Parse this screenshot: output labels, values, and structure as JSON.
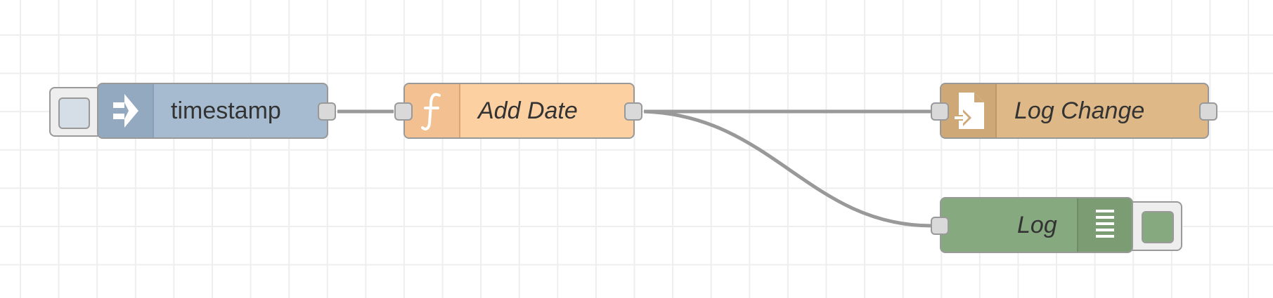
{
  "nodes": {
    "timestamp": {
      "label": "timestamp",
      "type": "inject",
      "icon": "arrow-in-icon",
      "color": "#a6bbcf",
      "icon_color": "#92a9c0"
    },
    "add_date": {
      "label": "Add Date",
      "type": "function",
      "icon": "function-icon",
      "color": "#fdd0a2",
      "icon_color": "#f2c091"
    },
    "log_change": {
      "label": "Log Change",
      "type": "file",
      "icon": "file-in-icon",
      "color": "#deb887",
      "icon_color": "#cfa878"
    },
    "log": {
      "label": "Log",
      "type": "debug",
      "icon": "list-icon",
      "color": "#87a980",
      "icon_color": "#7c9c74"
    }
  },
  "wires": [
    {
      "from": "timestamp",
      "to": "add_date"
    },
    {
      "from": "add_date",
      "to": "log_change"
    },
    {
      "from": "add_date",
      "to": "log"
    }
  ]
}
